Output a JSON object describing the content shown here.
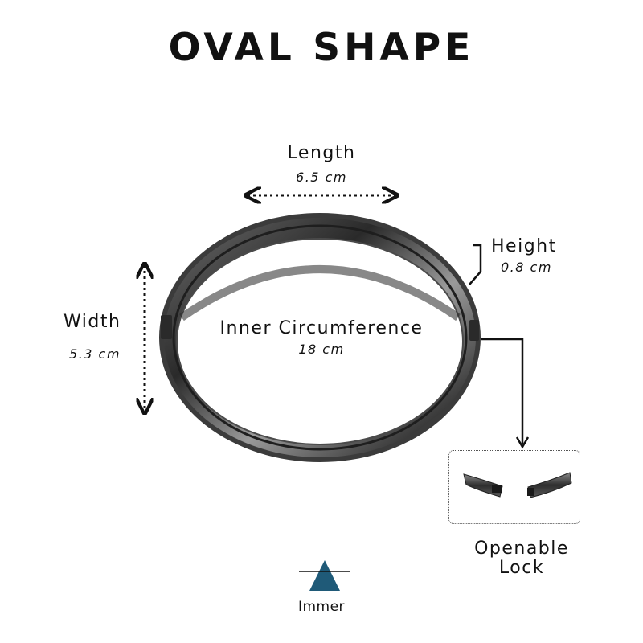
{
  "title": "OVAL SHAPE",
  "length": {
    "label": "Length",
    "value": "6.5 cm"
  },
  "width": {
    "label": "Width",
    "value": "5.3 cm"
  },
  "height": {
    "label": "Height",
    "value": "0.8 cm"
  },
  "inner_circumference": {
    "label": "Inner Circumference",
    "value": "18 cm"
  },
  "lock": {
    "label_line1": "Openable",
    "label_line2": "Lock"
  },
  "brand": {
    "name": "Immer",
    "logo_color": "#1f5a78",
    "icon": "triangle-logo-icon"
  },
  "colors": {
    "bangle_dark": "#2a2a2a",
    "bangle_light": "#8a8a8a",
    "text": "#111111"
  }
}
